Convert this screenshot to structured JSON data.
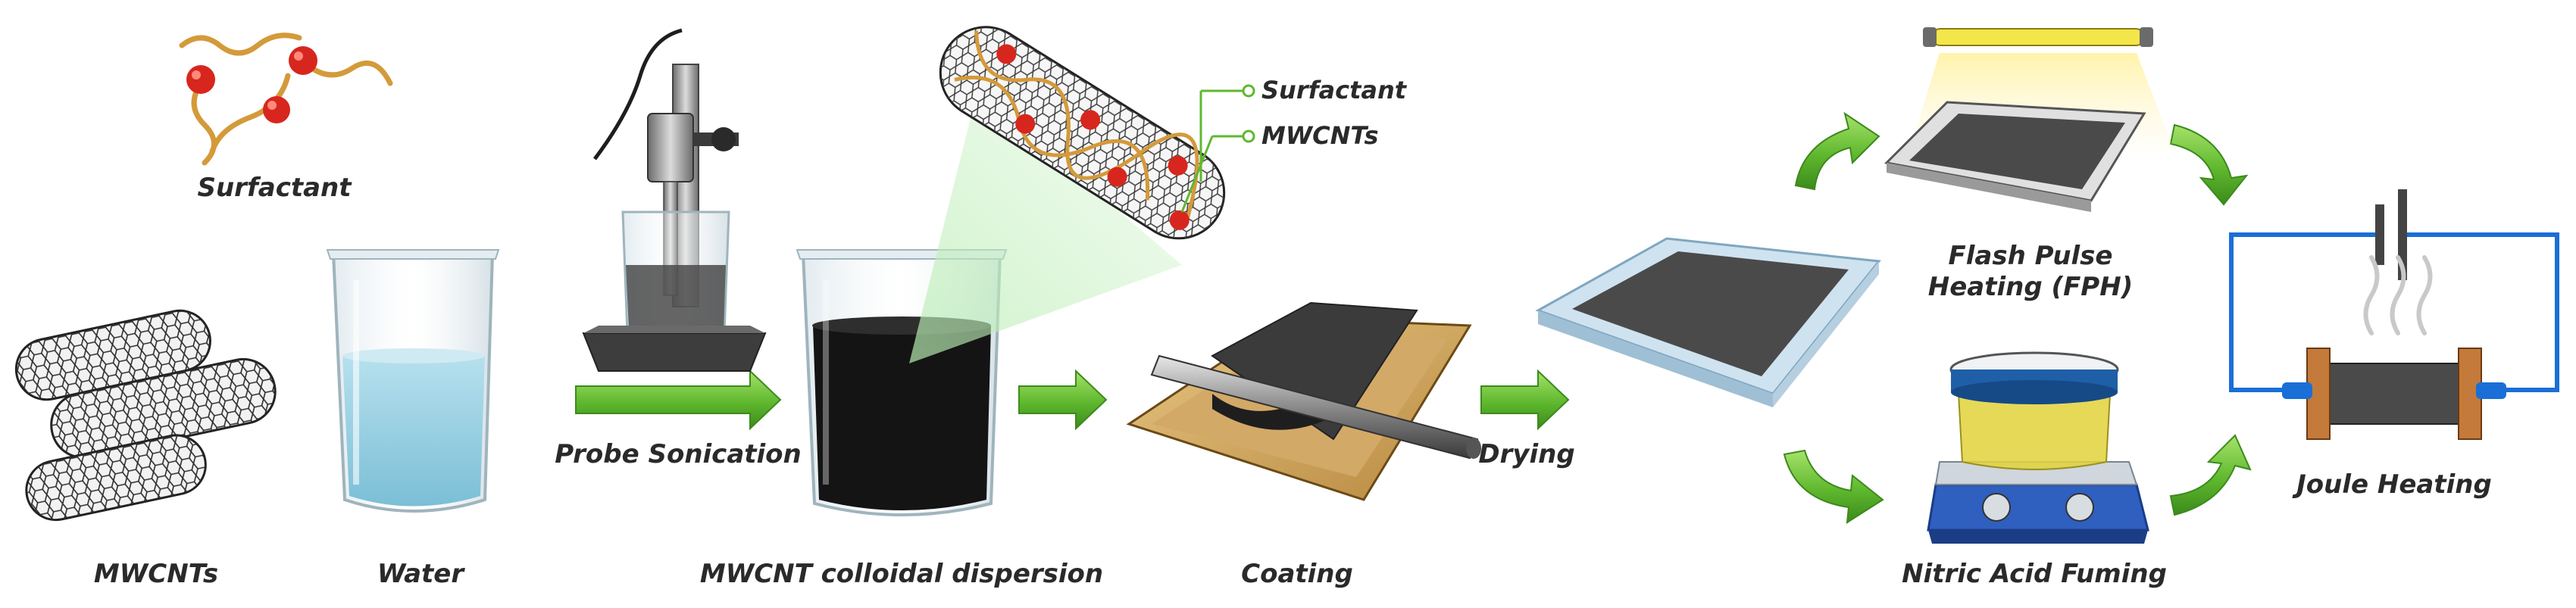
{
  "labels": {
    "surfactant_top": "Surfactant",
    "mwcnts": "MWCNTs",
    "water": "Water",
    "probe_sonication": "Probe Sonication",
    "dispersion": "MWCNT colloidal dispersion",
    "coating": "Coating",
    "drying": "Drying",
    "flash_pulse_line1": "Flash Pulse",
    "flash_pulse_line2": "Heating (FPH)",
    "nitric_acid": "Nitric Acid Fuming",
    "joule": "Joule Heating",
    "callout_surfactant": "Surfactant",
    "callout_mwcnts": "MWCNTs"
  },
  "colors": {
    "arrow_green": "#5fb82e",
    "surfactant_head": "#d7261e",
    "surfactant_tail": "#d49a3a",
    "water": "#8ec9dc",
    "dispersion": "#141414",
    "film": "#4a4a4a",
    "wire": "#1a6fd6",
    "acid": "#e2d23a",
    "hotplate": "#2f5fbf"
  }
}
